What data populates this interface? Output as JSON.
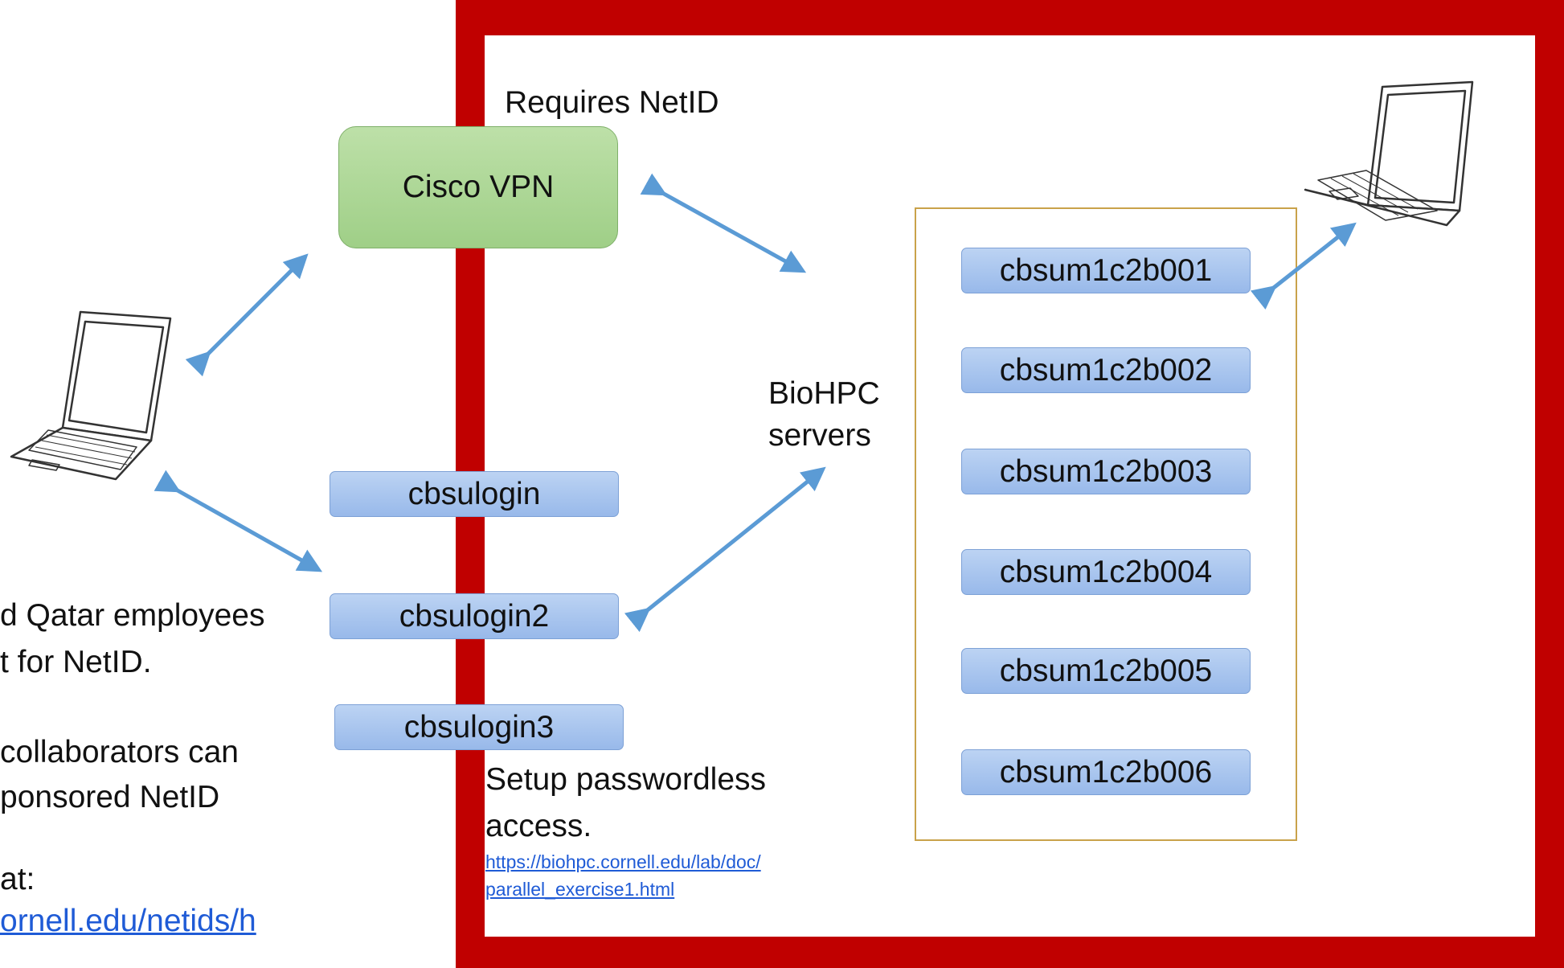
{
  "diagram": {
    "vpn_label": "Cisco VPN",
    "requires_label": "Requires NetID",
    "login_nodes": [
      "cbsulogin",
      "cbsulogin2",
      "cbsulogin3"
    ],
    "servers_label_line1": "BioHPC",
    "servers_label_line2": "servers",
    "server_nodes": [
      "cbsum1c2b001",
      "cbsum1c2b002",
      "cbsum1c2b003",
      "cbsum1c2b004",
      "cbsum1c2b005",
      "cbsum1c2b006"
    ],
    "passwordless_line1": "Setup passwordless",
    "passwordless_line2": "access.",
    "doc_link_line1": "https://biohpc.cornell.edu/lab/doc/",
    "doc_link_line2": "parallel_exercise1.html",
    "left_notes": [
      "d Qatar employees",
      "t for NetID.",
      "collaborators can",
      "ponsored NetID",
      "at:"
    ],
    "left_link": "ornell.edu/netids/h"
  },
  "colors": {
    "frame": "#c00000",
    "arrow": "#5b9bd5",
    "node": "#a8c4ef",
    "vpn": "#a9d18e",
    "server_box_border": "#c9a24a",
    "link": "#1f5bd6"
  }
}
